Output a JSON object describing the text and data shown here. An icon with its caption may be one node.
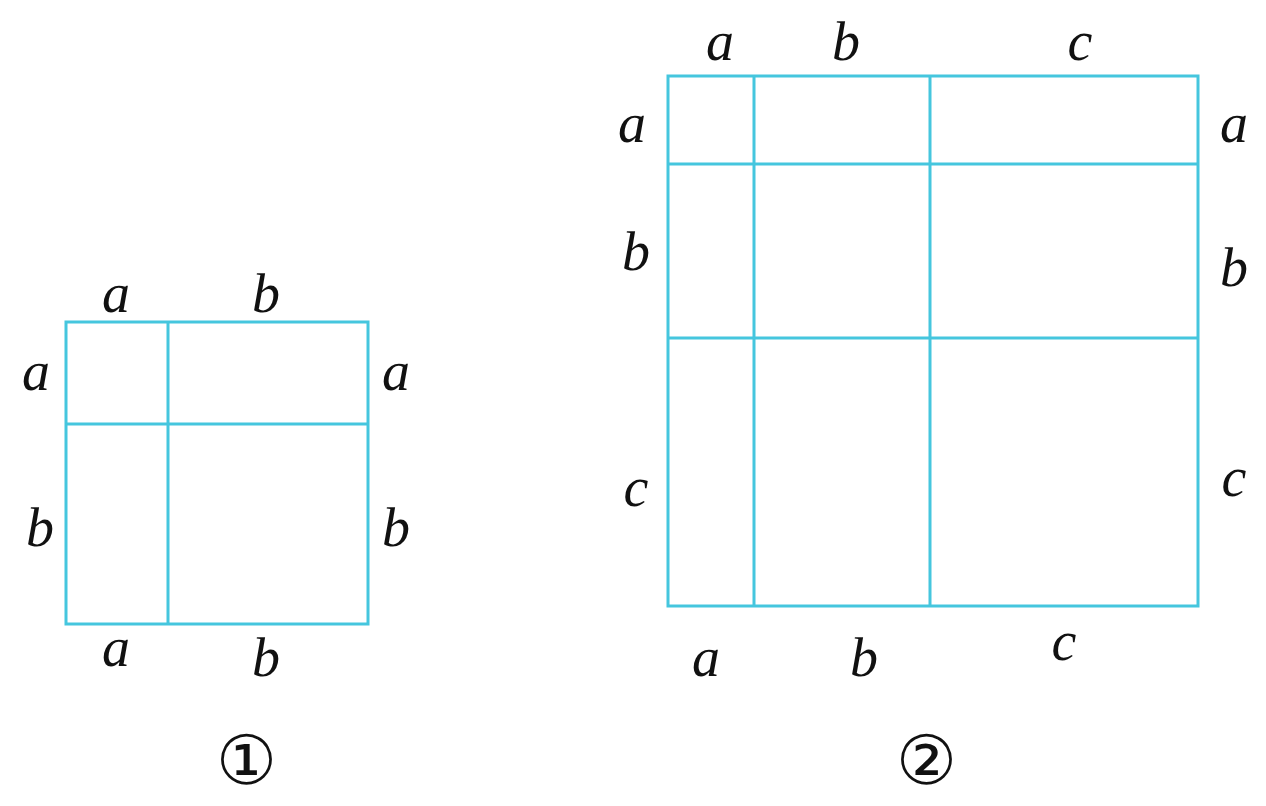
{
  "diagram": {
    "labels": [
      "a",
      "b",
      "a",
      "a",
      "b",
      "b",
      "a",
      "b",
      "①",
      "a",
      "b",
      "c",
      "a",
      "a",
      "b",
      "b",
      "c",
      "c",
      "a",
      "b",
      "c",
      "②"
    ]
  }
}
